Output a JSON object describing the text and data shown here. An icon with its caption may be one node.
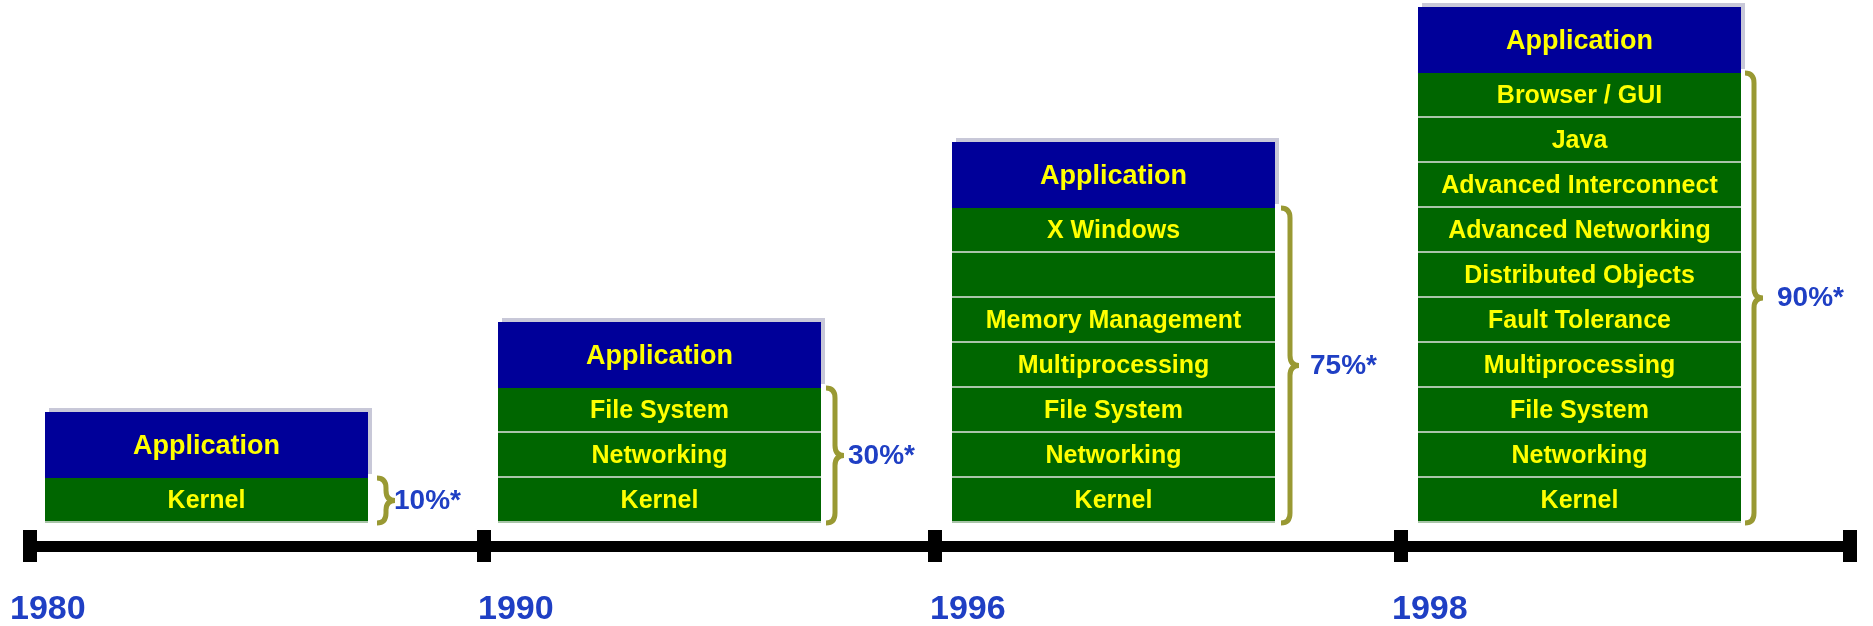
{
  "diagram": {
    "nodes": [
      {
        "text": [
          "Application"
        ]
      },
      {
        "text": [
          "Kernel"
        ]
      },
      {
        "text": [
          "Application"
        ]
      },
      {
        "text": [
          "File System"
        ]
      },
      {
        "text": [
          "Networking"
        ]
      },
      {
        "text": [
          "Kernel"
        ]
      },
      {
        "text": [
          "Application"
        ]
      },
      {
        "text": [
          "X Windows"
        ]
      },
      {
        "text": [],
        "shape": "box"
      },
      {
        "text": [
          "Memory Management"
        ]
      },
      {
        "text": [
          "Multiprocessing"
        ]
      },
      {
        "text": [
          "File System"
        ]
      },
      {
        "text": [
          "Networking"
        ]
      },
      {
        "text": [
          "Kernel"
        ]
      },
      {
        "text": [
          "Application"
        ]
      },
      {
        "text": [
          "Browser / GUI"
        ]
      },
      {
        "text": [
          "Java"
        ]
      },
      {
        "text": [
          "Advanced Interconnect"
        ]
      },
      {
        "text": [
          "Advanced Networking"
        ]
      },
      {
        "text": [
          "Distributed Objects"
        ]
      },
      {
        "text": [
          "Fault Tolerance"
        ]
      },
      {
        "text": [
          "Multiprocessing"
        ]
      },
      {
        "text": [
          "File System"
        ]
      },
      {
        "text": [
          "Networking"
        ]
      },
      {
        "text": [
          "Kernel"
        ]
      }
    ],
    "edges": [],
    "labels": [
      "10%*",
      "30%*",
      "75%*",
      "90%*",
      "1980",
      "1990",
      "1996",
      "1998"
    ]
  }
}
